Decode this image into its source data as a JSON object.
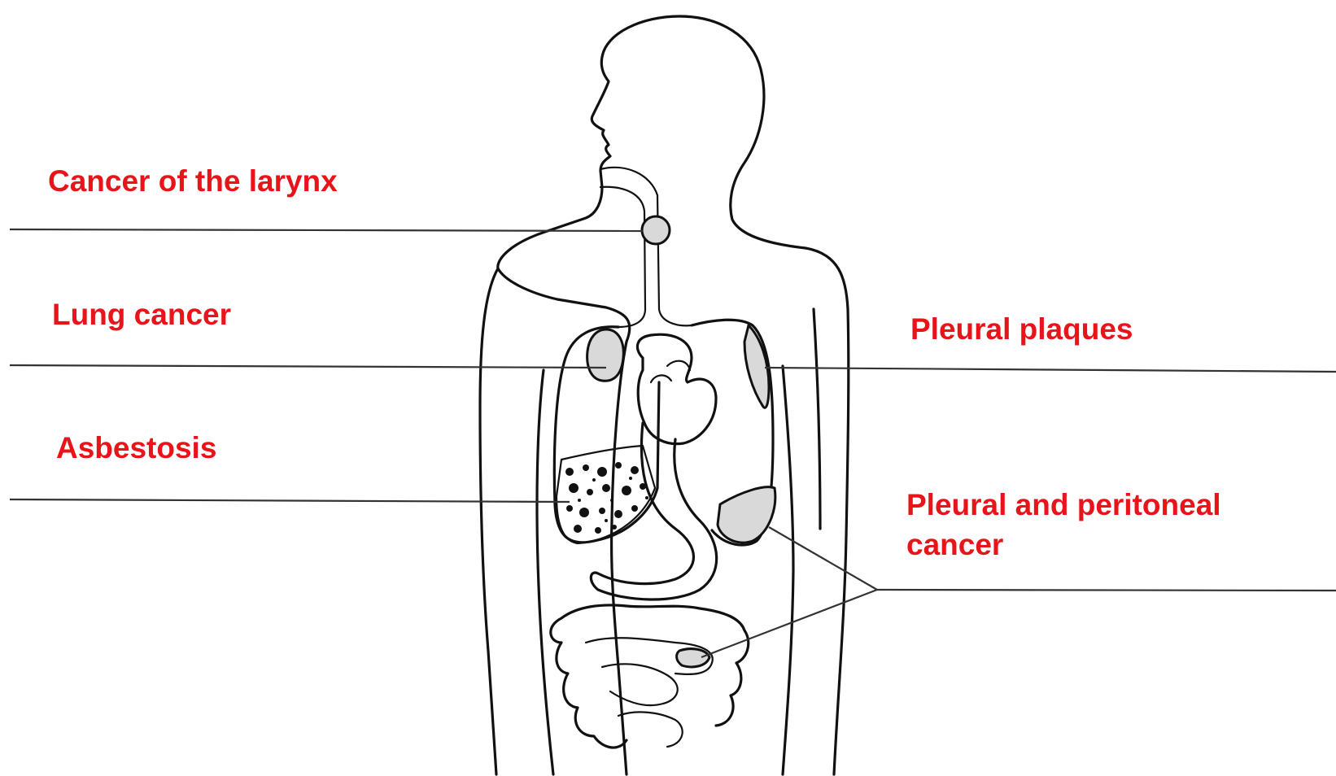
{
  "labels": {
    "larynx": "Cancer of the larynx",
    "lung": "Lung cancer",
    "asbestosis": "Asbestosis",
    "plaques": "Pleural plaques",
    "peritoneal_line1": "Pleural and peritoneal",
    "peritoneal_line2": "cancer"
  },
  "colors": {
    "label": "#e8141a",
    "outline": "#111111"
  }
}
